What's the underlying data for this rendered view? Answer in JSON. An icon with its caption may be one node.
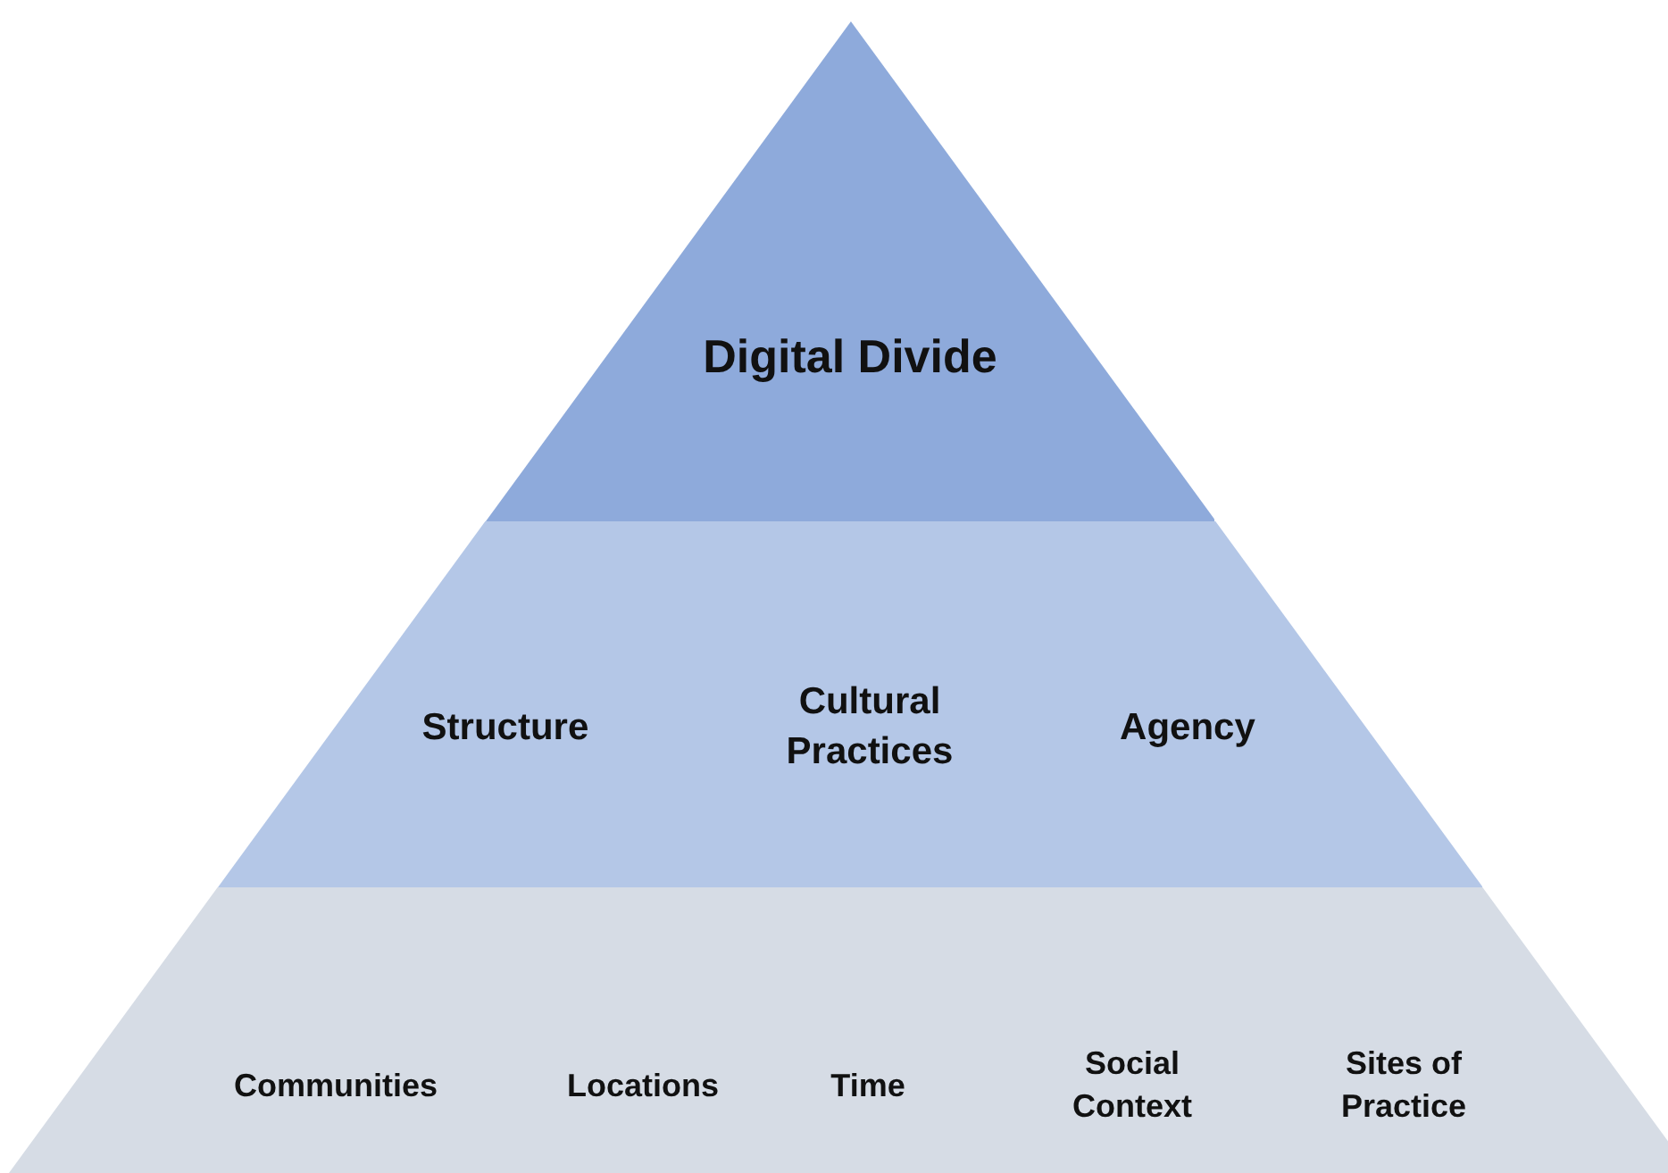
{
  "diagram": {
    "nodes": [
      {
        "text": [
          "Digital Divide"
        ]
      },
      {
        "text": [
          "Structure",
          "Cultural Practices",
          "Agency"
        ]
      },
      {
        "text": [
          "Communities",
          "Locations",
          "Time",
          "Social Context",
          "Sites of Practice"
        ]
      }
    ]
  }
}
